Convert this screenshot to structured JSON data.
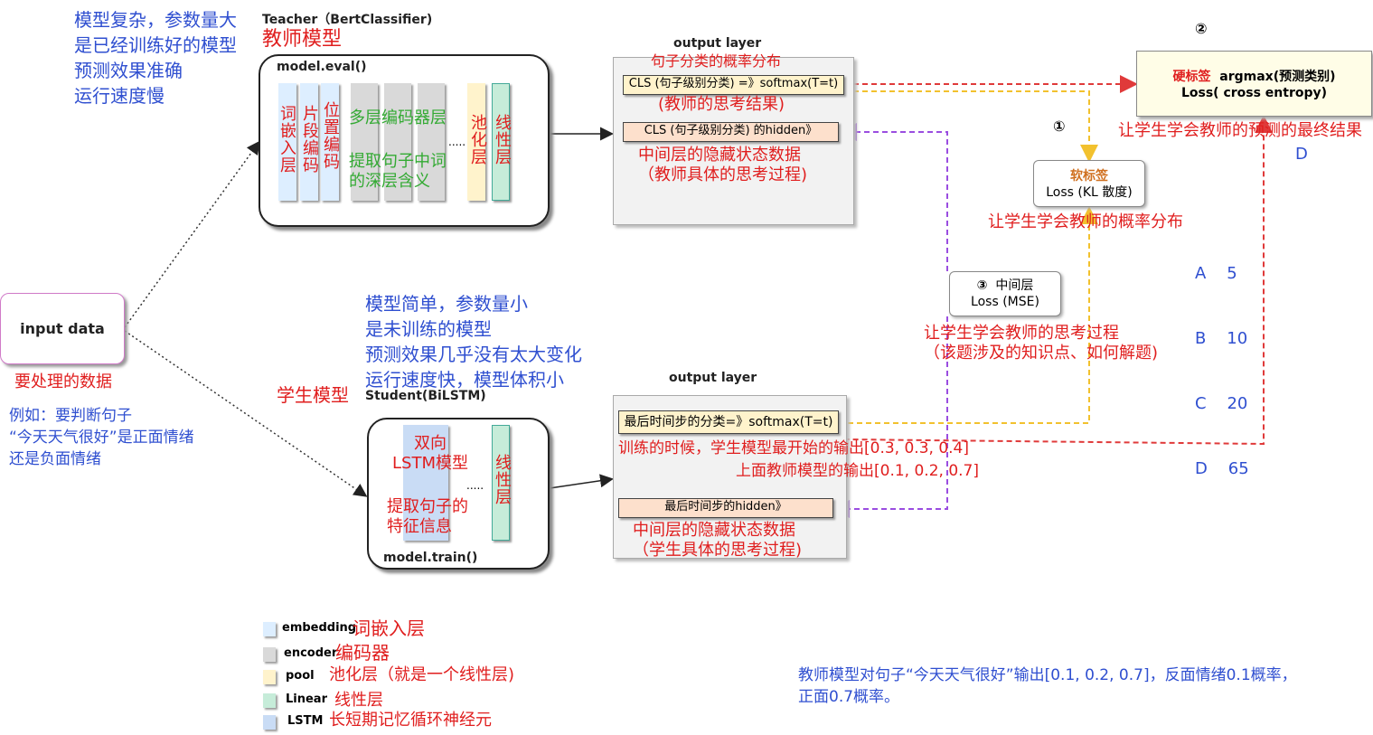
{
  "teacher": {
    "notes": [
      "模型复杂，参数量大",
      "是已经训练好的模型",
      "预测效果准确",
      "运行速度慢"
    ],
    "title": "Teacher（BertClassifier)",
    "subtitle": "教师模型",
    "mode": "model.eval()",
    "layers": {
      "embedding": "词嵌入层",
      "segment": "片段编码",
      "position": "位置编码",
      "encoder_title": "多层编码器层",
      "encoder_desc": "提取句子中词的深层含义",
      "ellipsis": ".....",
      "pool": "池化层",
      "linear": "线性层"
    },
    "output": {
      "title": "output  layer",
      "prob_label": "句子分类的概率分布",
      "cls_softmax": "CLS (句子级别分类) =》softmax(T=t)",
      "cls_note": "(教师的思考结果)",
      "cls_hidden": "CLS (句子级别分类) 的hidden》",
      "hidden_note": "中间层的隐藏状态数据\n（教师具体的思考过程)"
    }
  },
  "input": {
    "label": "input data",
    "caption": "要处理的数据",
    "example": "例如：要判断句子\n“今天天气很好”是正面情绪\n还是负面情绪"
  },
  "student": {
    "notes": [
      "模型简单，参数量小",
      "是未训练的模型",
      "预测效果几乎没有太大变化",
      "运行速度快，模型体积小"
    ],
    "subtitle": "学生模型",
    "title": "Student(BiLSTM)",
    "mode": "model.train()",
    "layers": {
      "lstm": "双向\nLSTM模型",
      "lstm_desc": "提取句子的\n特征信息",
      "ellipsis": ".....",
      "linear": "线性层"
    },
    "output": {
      "title": "output  layer",
      "softmax": "最后时间步的分类=》softmax(T=t)",
      "train_note1": "训练的时候，学生模型最开始的输出[0.3, 0.3, 0.4]",
      "train_note2": "上面教师模型的输出[0.1, 0.2, 0.7]",
      "hidden": "最后时间步的hidden》",
      "hidden_note": "中间层的隐藏状态数据\n（学生具体的思考过程)"
    }
  },
  "loss": {
    "hard": {
      "marker": "②",
      "line1_red": "硬标签",
      "line1_rest": "argmax(预测类别)",
      "line2": "Loss( cross entropy)",
      "note": "让学生学会教师的预测的最终结果",
      "answer": "D"
    },
    "soft": {
      "marker": "①",
      "title": "软标签",
      "line2": "Loss (KL 散度)",
      "note": "让学生学会教师的概率分布"
    },
    "mid": {
      "marker": "③",
      "title": "中间层",
      "line2": "Loss (MSE)",
      "note": "让学生学会教师的思考过程\n（该题涉及的知识点、如何解题)"
    },
    "options": [
      "A    5",
      "B    10",
      "C    20",
      "D    65"
    ]
  },
  "legend": [
    {
      "key": "embedding",
      "desc": "词嵌入层",
      "color": "#ddeeff"
    },
    {
      "key": "encoder",
      "desc": "编码器",
      "color": "#d9d9d9"
    },
    {
      "key": "pool",
      "desc": "池化层（就是一个线性层)",
      "color": "#fff3cc"
    },
    {
      "key": "Linear",
      "desc": "线性层",
      "color": "#c6ecd9"
    },
    {
      "key": "LSTM",
      "desc": "长短期记忆循环神经元",
      "color": "#c9dcf5"
    }
  ],
  "footnote": "教师模型对句子“今天天气很好”输出[0.1, 0.2, 0.7]，反面情绪0.1概率，\n正面0.7概率。",
  "colors": {
    "blue_text": "#2f4fd0",
    "red_text": "#e01e1e",
    "green_text": "#33aa33",
    "red_arrow": "#e03a3a",
    "yellow_arrow": "#f2c12e",
    "purple_arrow": "#9a4de0"
  }
}
